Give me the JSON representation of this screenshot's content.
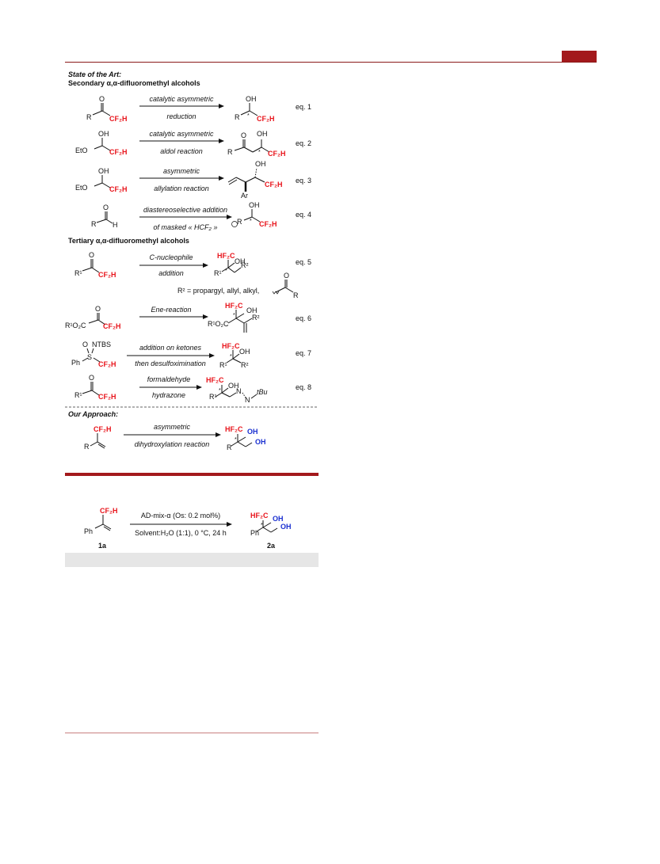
{
  "scheme": {
    "state_of_art": "State of the Art:",
    "secondary_head": "Secondary α,α-difluoromethyl alcohols",
    "tertiary_head": "Tertiary α,α-difluoromethyl alcohols",
    "our_approach": "Our Approach:",
    "eq1": {
      "top": "catalytic asymmetric",
      "bottom": "reduction",
      "label": "eq. 1"
    },
    "eq2": {
      "top": "catalytic asymmetric",
      "bottom": "aldol reaction",
      "label": "eq. 2"
    },
    "eq3": {
      "top": "asymmetric",
      "bottom": "allylation reaction",
      "label": "eq. 3"
    },
    "eq4": {
      "top": "diastereoselective addition",
      "bottom": "of masked « HCF₂ »",
      "label": "eq. 4"
    },
    "eq5": {
      "top": "C-nucleophile",
      "bottom": "addition",
      "label": "eq. 5",
      "note": "R² = propargyl, allyl, alkyl,"
    },
    "eq6": {
      "top": "Ene-reaction",
      "label": "eq. 6"
    },
    "eq7": {
      "top": "addition on ketones",
      "bottom": "then desulfoximination",
      "label": "eq. 7"
    },
    "eq8": {
      "top": "formaldehyde",
      "bottom": "hydrazone",
      "label": "eq. 8"
    },
    "approach": {
      "top": "asymmetric",
      "bottom": "dihydroxylation reaction"
    }
  },
  "reaction": {
    "top": "AD-mix-α (Os: 0.2 mol%)",
    "bottom": "Solvent:H₂O (1:1), 0 °C, 24 h",
    "sm_label": "1a",
    "prod_label": "2a"
  },
  "colors": {
    "accent": "#a3191c",
    "red": "#e8141b",
    "blue": "#1a2fd0"
  }
}
